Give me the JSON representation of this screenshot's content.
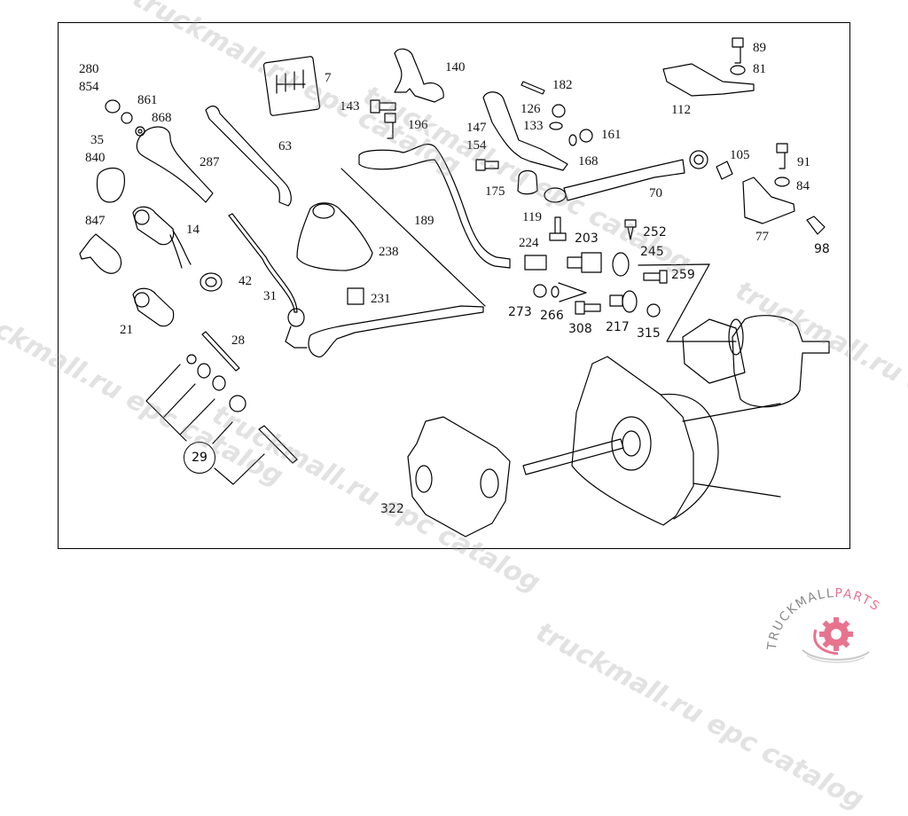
{
  "diagram": {
    "type": "exploded parts diagram",
    "subject": "gear shift linkage and transmission",
    "part_labels": [
      {
        "id": "p280",
        "text": "280"
      },
      {
        "id": "p854",
        "text": "854"
      },
      {
        "id": "p861",
        "text": "861"
      },
      {
        "id": "p868",
        "text": "868"
      },
      {
        "id": "p35",
        "text": "35"
      },
      {
        "id": "p840",
        "text": "840"
      },
      {
        "id": "p287",
        "text": "287"
      },
      {
        "id": "p7",
        "text": "7"
      },
      {
        "id": "p63",
        "text": "63"
      },
      {
        "id": "p847",
        "text": "847"
      },
      {
        "id": "p14",
        "text": "14"
      },
      {
        "id": "p42",
        "text": "42"
      },
      {
        "id": "p31",
        "text": "31"
      },
      {
        "id": "p21",
        "text": "21"
      },
      {
        "id": "p28",
        "text": "28"
      },
      {
        "id": "p238",
        "text": "238"
      },
      {
        "id": "p231",
        "text": "231"
      },
      {
        "id": "p140",
        "text": "140"
      },
      {
        "id": "p143",
        "text": "143"
      },
      {
        "id": "p196",
        "text": "196"
      },
      {
        "id": "p189",
        "text": "189"
      },
      {
        "id": "p182",
        "text": "182"
      },
      {
        "id": "p126",
        "text": "126"
      },
      {
        "id": "p133",
        "text": "133"
      },
      {
        "id": "p147",
        "text": "147"
      },
      {
        "id": "p154",
        "text": "154"
      },
      {
        "id": "p161",
        "text": "161"
      },
      {
        "id": "p168",
        "text": "168"
      },
      {
        "id": "p175",
        "text": "175"
      },
      {
        "id": "p70",
        "text": "70"
      },
      {
        "id": "p119",
        "text": "119"
      },
      {
        "id": "p224",
        "text": "224"
      },
      {
        "id": "p203",
        "text": "203"
      },
      {
        "id": "p252",
        "text": "252"
      },
      {
        "id": "p245",
        "text": "245"
      },
      {
        "id": "p259",
        "text": "259"
      },
      {
        "id": "p273",
        "text": "273"
      },
      {
        "id": "p266",
        "text": "266"
      },
      {
        "id": "p308",
        "text": "308"
      },
      {
        "id": "p217",
        "text": "217"
      },
      {
        "id": "p315",
        "text": "315"
      },
      {
        "id": "p89",
        "text": "89"
      },
      {
        "id": "p81",
        "text": "81"
      },
      {
        "id": "p112",
        "text": "112"
      },
      {
        "id": "p105",
        "text": "105"
      },
      {
        "id": "p91",
        "text": "91"
      },
      {
        "id": "p84",
        "text": "84"
      },
      {
        "id": "p77",
        "text": "77"
      },
      {
        "id": "p98",
        "text": "98"
      },
      {
        "id": "p322",
        "text": "322"
      }
    ],
    "callout": {
      "text": "29"
    }
  },
  "watermarks": [
    "truckmall.ru epc catalog",
    "truckmall.ru epc catalog",
    "truckmall.ru epc catalog",
    "truckmall.ru epc catalog",
    "truckmall.ru epc catalog",
    "truckmall.ru epc catalog"
  ],
  "logo": {
    "brand_part1": "TRUCKMALL",
    "brand_part2": "PARTS",
    "color_primary": "#e8738f",
    "color_secondary": "#8a8a8a"
  }
}
